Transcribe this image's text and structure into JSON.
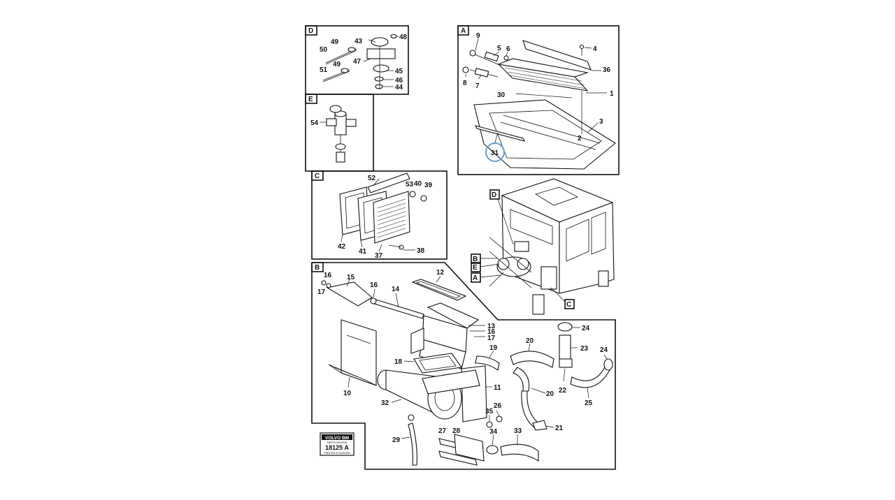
{
  "sections": {
    "A": "A",
    "B": "B",
    "C": "C",
    "D": "D",
    "E": "E"
  },
  "callouts": {
    "A": "A",
    "B": "B",
    "C": "C",
    "D": "D",
    "E": "E"
  },
  "parts": {
    "p1": "1",
    "p2": "2",
    "p3": "3",
    "p4": "4",
    "p5": "5",
    "p6": "6",
    "p7": "7",
    "p8": "8",
    "p9": "9",
    "p10": "10",
    "p11": "11",
    "p12": "12",
    "p13": "13",
    "p14": "14",
    "p15": "15",
    "p16a": "16",
    "p16b": "16",
    "p16c": "16",
    "p17a": "17",
    "p17b": "17",
    "p18": "18",
    "p19": "19",
    "p20a": "20",
    "p20b": "20",
    "p21": "21",
    "p22": "22",
    "p23": "23",
    "p24a": "24",
    "p24b": "24",
    "p25": "25",
    "p26": "26",
    "p27": "27",
    "p28": "28",
    "p29": "29",
    "p30": "30",
    "p31": "31",
    "p32": "32",
    "p33": "33",
    "p34": "34",
    "p35": "35",
    "p36": "36",
    "p37": "37",
    "p38": "38",
    "p39": "39",
    "p40": "40",
    "p41": "41",
    "p42": "42",
    "p43": "43",
    "p44": "44",
    "p45": "45",
    "p46": "46",
    "p47": "47",
    "p48": "48",
    "p49a": "49",
    "p49b": "49",
    "p50": "50",
    "p51": "51",
    "p52": "52",
    "p53": "53",
    "p54": "54"
  },
  "stamp": {
    "brand": "VOLVO BM",
    "subtitle": "PARTS DIVISION",
    "number": "18125 A",
    "footer": "PRINTED IN SWEDEN"
  },
  "highlight": {
    "part": "31",
    "color": "#6a9fcc"
  }
}
